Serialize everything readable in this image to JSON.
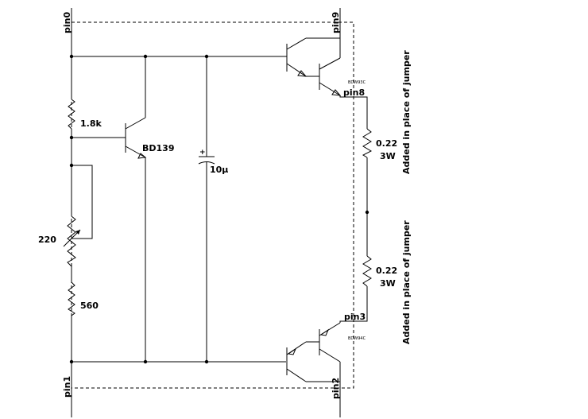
{
  "pins": {
    "pin0": "pin0",
    "pin1": "pin1",
    "pin2": "pin2",
    "pin3": "pin3",
    "pin8": "pin8",
    "pin9": "pin9"
  },
  "components": {
    "r_top": "1.8k",
    "transistor_bias": "BD139",
    "capacitor": "10µ",
    "cap_plus": "+",
    "pot": "220",
    "r_bottom": "560",
    "q_upper": "BDW93C",
    "q_lower": "BDW94C",
    "r_emitter_top_value": "0.22",
    "r_emitter_top_power": "3W",
    "r_emitter_bottom_value": "0.22",
    "r_emitter_bottom_power": "3W"
  },
  "notes": {
    "top": "Added in place of jumper",
    "bottom": "Added in place of jumper"
  }
}
